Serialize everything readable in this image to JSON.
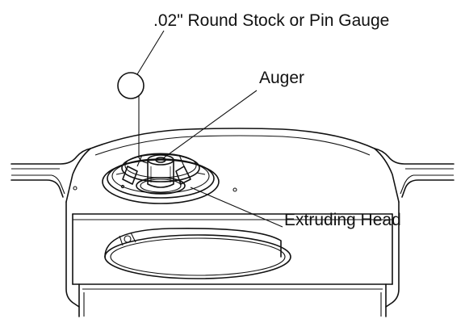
{
  "figure": {
    "callouts": {
      "gauge": ".02\" Round Stock or Pin Gauge",
      "auger": "Auger",
      "extruding_head": "Extruding Head"
    }
  }
}
